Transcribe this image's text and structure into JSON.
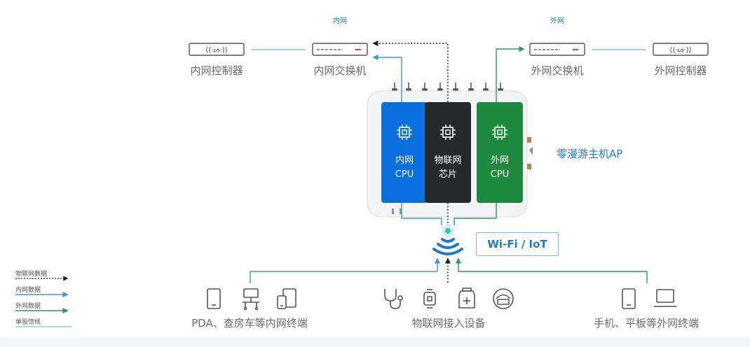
{
  "top": {
    "inner_controller": "内网控制器",
    "inner_switch": "内网交换机",
    "inner_tag": "内网",
    "outer_switch": "外网交换机",
    "outer_controller": "外网控制器",
    "outer_tag": "外网"
  },
  "ap": {
    "name": "零漫游主机AP",
    "cards": [
      {
        "line1": "内网",
        "line2": "CPU",
        "color": "#0a6fde"
      },
      {
        "line1": "物联网",
        "line2": "芯片",
        "color": "#26292b"
      },
      {
        "line1": "外网",
        "line2": "CPU",
        "color": "#1d8a3e"
      }
    ],
    "badge": "Wi-Fi / IoT"
  },
  "bottom": {
    "left_group": "PDA、查房车等内网终端",
    "center_group": "物联网接入设备",
    "right_group": "手机、平板等外网终端"
  },
  "legend": [
    {
      "label": "物联网数据",
      "style": "dotted",
      "color": "#222222"
    },
    {
      "label": "内网数据",
      "style": "arrow",
      "color": "#3a9ad6"
    },
    {
      "label": "外网数据",
      "style": "arrow",
      "color": "#2a9a54"
    },
    {
      "label": "单股馈线",
      "style": "line",
      "color": "#7dd8d8"
    }
  ],
  "colors": {
    "inner": "#3a9ad6",
    "outer": "#2a9a54",
    "iot": "#222222",
    "feed": "#7dd8d8",
    "accent": "#1a7ccf"
  }
}
